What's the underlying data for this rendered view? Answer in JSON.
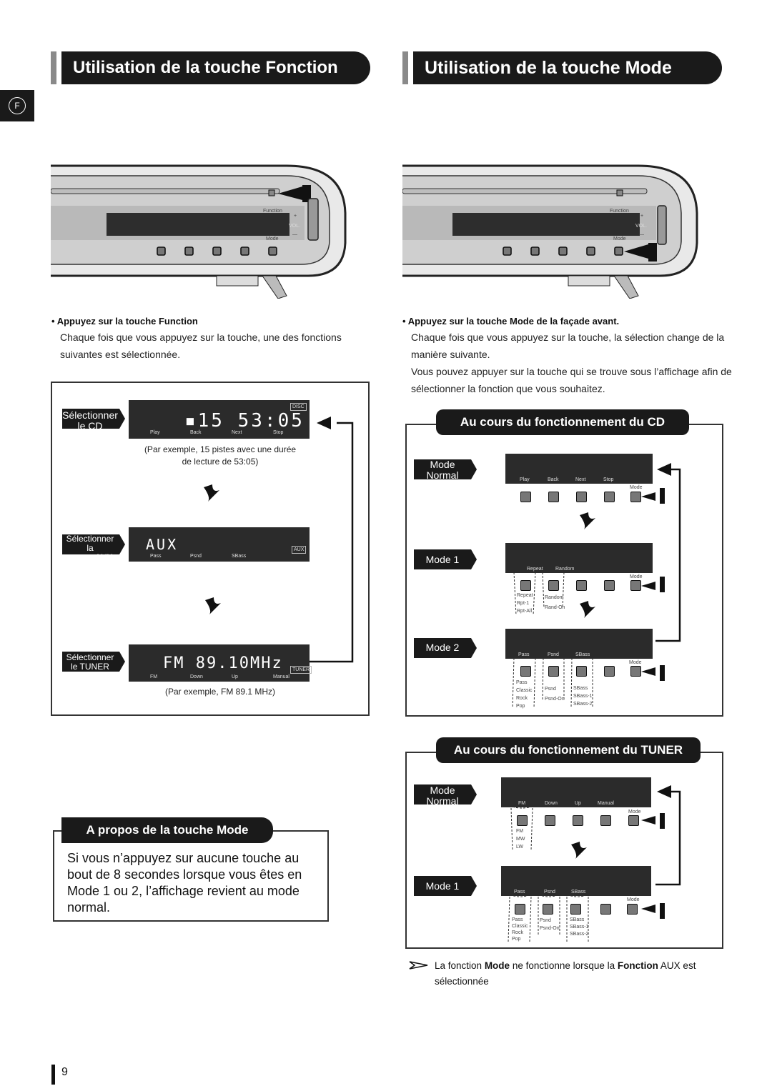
{
  "left_header": "Utilisation de la touche Fonction",
  "right_header": "Utilisation de la touche Mode",
  "lang_tab": "F",
  "device": {
    "function_label": "Function",
    "mode_label": "Mode",
    "vol_label": "VOL.",
    "plus": "+",
    "minus": "—"
  },
  "left_instructions": {
    "bullet": "Appuyez sur la touche Function",
    "text": "Chaque fois que vous appuyez sur la touche, une des fonctions suivantes est sélectionnée."
  },
  "right_instructions": {
    "bullet": "Appuyez sur la touche Mode de la façade avant.",
    "text1": "Chaque fois que vous appuyez sur la touche, la sélection change de la manière suivante.",
    "text2": "Vous pouvez appuyer sur la touche qui se trouve sous l’affichage afin de sélectionner la fonction que vous souhaitez."
  },
  "function_box": {
    "cd": {
      "tag_line1": "Sélectionner",
      "tag_line2": "le CD",
      "display": "▪15 53:05",
      "badge": "DISC",
      "labels": [
        "Play",
        "Back",
        "Next",
        "Stop"
      ],
      "caption_line1": "(Par exemple, 15 pistes avec une durée",
      "caption_line2": "de lecture de 53:05)"
    },
    "aux": {
      "tag_line1": "Sélectionner la",
      "tag_line2": "source AUX",
      "display": "AUX",
      "badge": "AUX",
      "labels": [
        "Pass",
        "Psnd",
        "SBass"
      ]
    },
    "tuner": {
      "tag_line1": "Sélectionner",
      "tag_line2": "le TUNER",
      "display": "FM  89.10MHz",
      "badge": "TUNER",
      "labels": [
        "FM",
        "Down",
        "Up",
        "Manual"
      ],
      "caption": "(Par exemple, FM 89.1 MHz)"
    }
  },
  "mode_about": {
    "title": "A propos de la touche Mode",
    "text": "Si vous n’appuyez sur aucune touche au bout de 8 secondes lorsque vous êtes en Mode 1 ou 2, l’affichage revient au mode normal."
  },
  "cd_box": {
    "title": "Au cours du fonctionnement du CD",
    "normal_tag1": "Mode",
    "normal_tag2": "Normal",
    "normal_labels": [
      "Play",
      "Back",
      "Next",
      "Stop"
    ],
    "mode1_tag": "Mode 1",
    "mode1_labels": [
      "Repeat",
      "Random"
    ],
    "mode1_repeat_opts": [
      "Repeat",
      "Rpt-1",
      "Rpt-All"
    ],
    "mode1_random_opts": [
      "Random",
      "Rand-On"
    ],
    "mode2_tag": "Mode 2",
    "mode2_labels": [
      "Pass",
      "Psnd",
      "SBass"
    ],
    "mode2_pass_opts": [
      "Pass",
      "Classic",
      "Rock",
      "Pop"
    ],
    "mode2_psnd_opts": [
      "Psnd",
      "Psnd-On"
    ],
    "mode2_sbass_opts": [
      "SBass",
      "SBass-1",
      "SBass-2"
    ],
    "mode_small": "Mode"
  },
  "tuner_box": {
    "title": "Au cours du fonctionnement du TUNER",
    "normal_tag1": "Mode",
    "normal_tag2": "Normal",
    "normal_labels": [
      "FM",
      "Down",
      "Up",
      "Manual"
    ],
    "band_opts": [
      "FM",
      "MW",
      "LW"
    ],
    "mode1_tag": "Mode 1",
    "mode1_labels": [
      "Pass",
      "Psnd",
      "SBass"
    ],
    "pass_opts": [
      "Pass",
      "Classic",
      "Rock",
      "Pop"
    ],
    "psnd_opts": [
      "Psnd",
      "Psnd-On"
    ],
    "sbass_opts": [
      "SBass",
      "SBass-1",
      "SBass-2"
    ],
    "mode_small": "Mode"
  },
  "note": {
    "pre": "La fonction ",
    "b1": "Mode",
    "mid": " ne fonctionne lorsque la ",
    "b2": "Fonction",
    "post": " AUX est sélectionnée"
  },
  "page_number": "9"
}
